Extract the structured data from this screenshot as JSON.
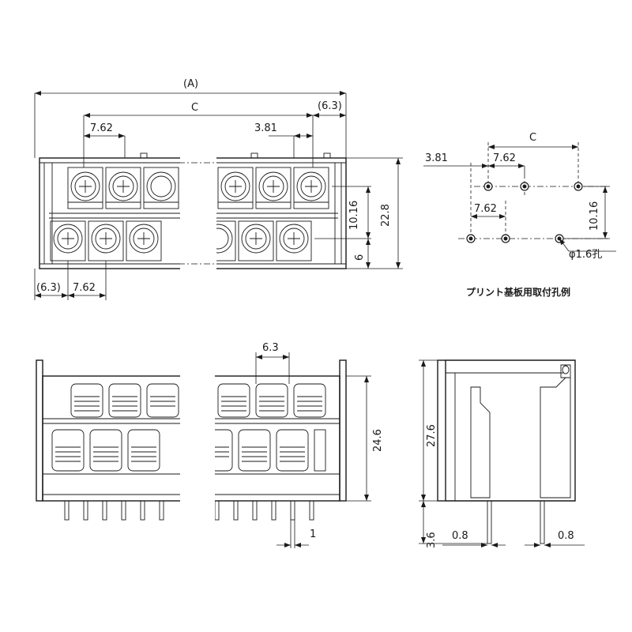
{
  "top_view": {
    "dim_A": "(A)",
    "dim_C": "C",
    "dim_6_3_right": "(6.3)",
    "dim_7_62_top": "7.62",
    "dim_3_81": "3.81",
    "dim_10_16": "10.16",
    "dim_22_8": "22.8",
    "dim_6": "6",
    "dim_6_3_left": "(6.3)",
    "dim_7_62_bottom": "7.62"
  },
  "pcb_layout": {
    "dim_C": "C",
    "dim_3_81": "3.81",
    "dim_7_62_top": "7.62",
    "dim_7_62_bottom": "7.62",
    "dim_10_16": "10.16",
    "hole_label": "φ1.6孔",
    "caption": "プリント基板用取付孔例"
  },
  "front_view": {
    "dim_6_3": "6.3",
    "dim_24_6": "24.6",
    "dim_1": "1"
  },
  "side_view": {
    "dim_27_6": "27.6",
    "dim_3_6": "3.6",
    "dim_0_8_left": "0.8",
    "dim_0_8_right": "0.8"
  },
  "colors": {
    "ink": "#1a1a1a",
    "paper": "#ffffff"
  }
}
